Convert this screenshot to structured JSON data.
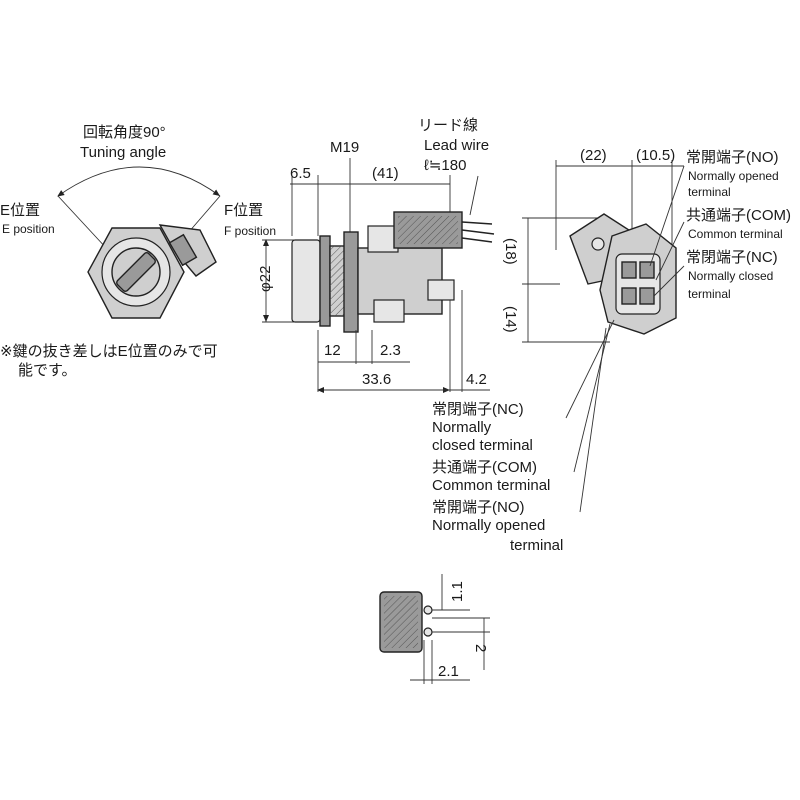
{
  "rotation": {
    "label_jp": "回転角度90°",
    "label_en": "Tuning angle"
  },
  "positions": {
    "e_jp": "E位置",
    "e_en": "E position",
    "f_jp": "F位置",
    "f_en": "F position"
  },
  "note": {
    "line1": "※鍵の抜き差しはE位置のみで可",
    "line2": "能です。"
  },
  "side_view": {
    "thread": "M19",
    "lead_wire_jp": "リード線",
    "lead_wire_en": "Lead wire",
    "lead_length": "ℓ≒180",
    "dim_65": "6.5",
    "dim_41": "(41)",
    "dim_22": "φ22",
    "dim_12": "12",
    "dim_23": "2.3",
    "dim_336": "33.6",
    "dim_42": "4.2"
  },
  "rear_view": {
    "dim_22p": "(22)",
    "dim_105": "(10.5)",
    "dim_18": "(18)",
    "dim_14": "(14)",
    "no_jp": "常開端子(NO)",
    "no_en1": "Normally opened",
    "no_en2": "terminal",
    "com_jp": "共通端子(COM)",
    "com_en": "Common terminal",
    "nc_jp": "常閉端子(NC)",
    "nc_en1": "Normally closed",
    "nc_en2": "terminal"
  },
  "lower_labels": {
    "nc_jp": "常閉端子(NC)",
    "nc_en1": "Normally",
    "nc_en2": "closed terminal",
    "com_jp": "共通端子(COM)",
    "com_en": "Common terminal",
    "no_jp": "常開端子(NO)",
    "no_en1": "Normally opened",
    "no_en2": "terminal"
  },
  "detail": {
    "dim_11": "1.1",
    "dim_2": "2",
    "dim_21": "2.1"
  }
}
